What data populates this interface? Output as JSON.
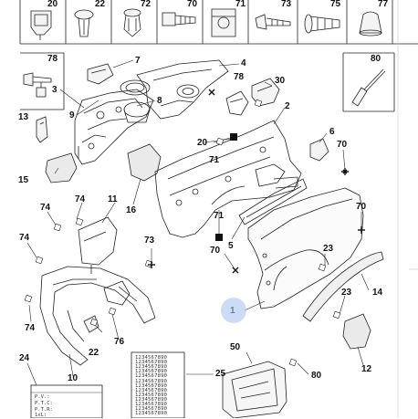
{
  "header_parts": [
    "20",
    "22",
    "72",
    "70",
    "71",
    "73",
    "75",
    "77"
  ],
  "inset_parts": [
    "78",
    "80"
  ],
  "callouts": {
    "c7": "7",
    "c4": "4",
    "c3": "3",
    "c8": "8",
    "c9": "9",
    "c78": "78",
    "c30": "30",
    "c2": "2",
    "c13": "13",
    "c6": "6",
    "c20": "20",
    "c70a": "70",
    "c15": "15",
    "c16": "16",
    "c11": "11",
    "c74a": "74",
    "c74b": "74",
    "c71": "71",
    "c73": "73",
    "c5": "5",
    "c70b": "70",
    "c70c": "70",
    "c23a": "23",
    "c23b": "23",
    "c14": "14",
    "c1": "1",
    "c74c": "74",
    "c22": "22",
    "c76": "76",
    "c24": "24",
    "c10": "10",
    "c25": "25",
    "c50": "50",
    "c80": "80",
    "c12": "12"
  },
  "table_rows": [
    "1234567890",
    "1234567890",
    "1234567890",
    "1234567890",
    "1234567890",
    "1234567890",
    "1234567890",
    "1234567890",
    "1234567890",
    "1234567890",
    "1234567890",
    "1234567890",
    "1234567890"
  ],
  "label_lines": [
    "P.V.:",
    "P.T.C:",
    "P.T.R:",
    "1xL:"
  ],
  "highlight_color": "#aac3f0"
}
